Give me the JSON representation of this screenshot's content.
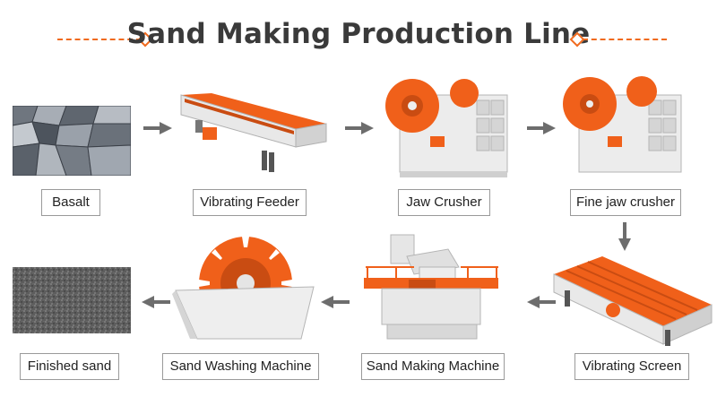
{
  "title": "Sand Making Production Line",
  "colors": {
    "accent": "#f06a1e",
    "machine_orange": "#f0601a",
    "arrow_gray": "#6d6d6d"
  },
  "steps": [
    {
      "label": "Basalt"
    },
    {
      "label": "Vibrating Feeder"
    },
    {
      "label": "Jaw Crusher"
    },
    {
      "label": "Fine jaw crusher"
    },
    {
      "label": "Vibrating Screen"
    },
    {
      "label": "Sand Making Machine"
    },
    {
      "label": "Sand Washing Machine"
    },
    {
      "label": "Finished sand"
    }
  ]
}
